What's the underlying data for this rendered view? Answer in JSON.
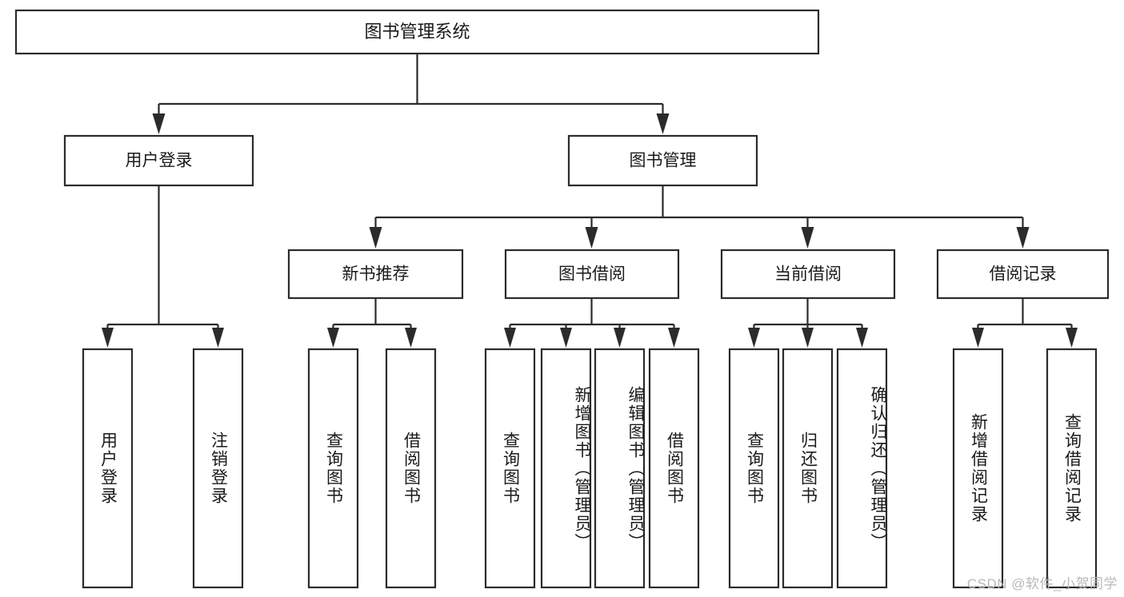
{
  "diagram": {
    "type": "tree-hierarchy-chart",
    "title_node": {
      "label": "图书管理系统"
    },
    "level2": [
      {
        "id": "user-login",
        "label": "用户登录"
      },
      {
        "id": "book-management",
        "label": "图书管理"
      }
    ],
    "level3": [
      {
        "id": "new-book-recommend",
        "label": "新书推荐"
      },
      {
        "id": "book-borrow",
        "label": "图书借阅"
      },
      {
        "id": "current-borrow",
        "label": "当前借阅"
      },
      {
        "id": "borrow-record",
        "label": "借阅记录"
      }
    ],
    "leaves": [
      {
        "id": "leaf-user-login",
        "label": "用户登录",
        "parent": "user-login"
      },
      {
        "id": "leaf-user-logout",
        "label": "注销登录",
        "parent": "user-login"
      },
      {
        "id": "leaf-query-book-1",
        "label": "查询图书",
        "parent": "new-book-recommend"
      },
      {
        "id": "leaf-borrow-book-1",
        "label": "借阅图书",
        "parent": "new-book-recommend"
      },
      {
        "id": "leaf-query-book-2",
        "label": "查询图书",
        "parent": "book-borrow"
      },
      {
        "id": "leaf-add-book",
        "label": "新增图书（管理员）",
        "parent": "book-borrow"
      },
      {
        "id": "leaf-edit-book",
        "label": "编辑图书（管理员）",
        "parent": "book-borrow"
      },
      {
        "id": "leaf-borrow-book-2",
        "label": "借阅图书",
        "parent": "book-borrow"
      },
      {
        "id": "leaf-query-book-3",
        "label": "查询图书",
        "parent": "current-borrow"
      },
      {
        "id": "leaf-return-book",
        "label": "归还图书",
        "parent": "current-borrow"
      },
      {
        "id": "leaf-confirm-return",
        "label": "确认归还（管理员）",
        "parent": "current-borrow"
      },
      {
        "id": "leaf-add-record",
        "label": "新增借阅记录",
        "parent": "borrow-record"
      },
      {
        "id": "leaf-query-record",
        "label": "查询借阅记录",
        "parent": "borrow-record"
      }
    ],
    "watermark": "CSDN @软件_小贺同学",
    "colors": {
      "background": "#ffffff",
      "stroke": "#2b2b2b",
      "text": "#1a1a1a",
      "watermark": "#b9b9b9"
    }
  }
}
